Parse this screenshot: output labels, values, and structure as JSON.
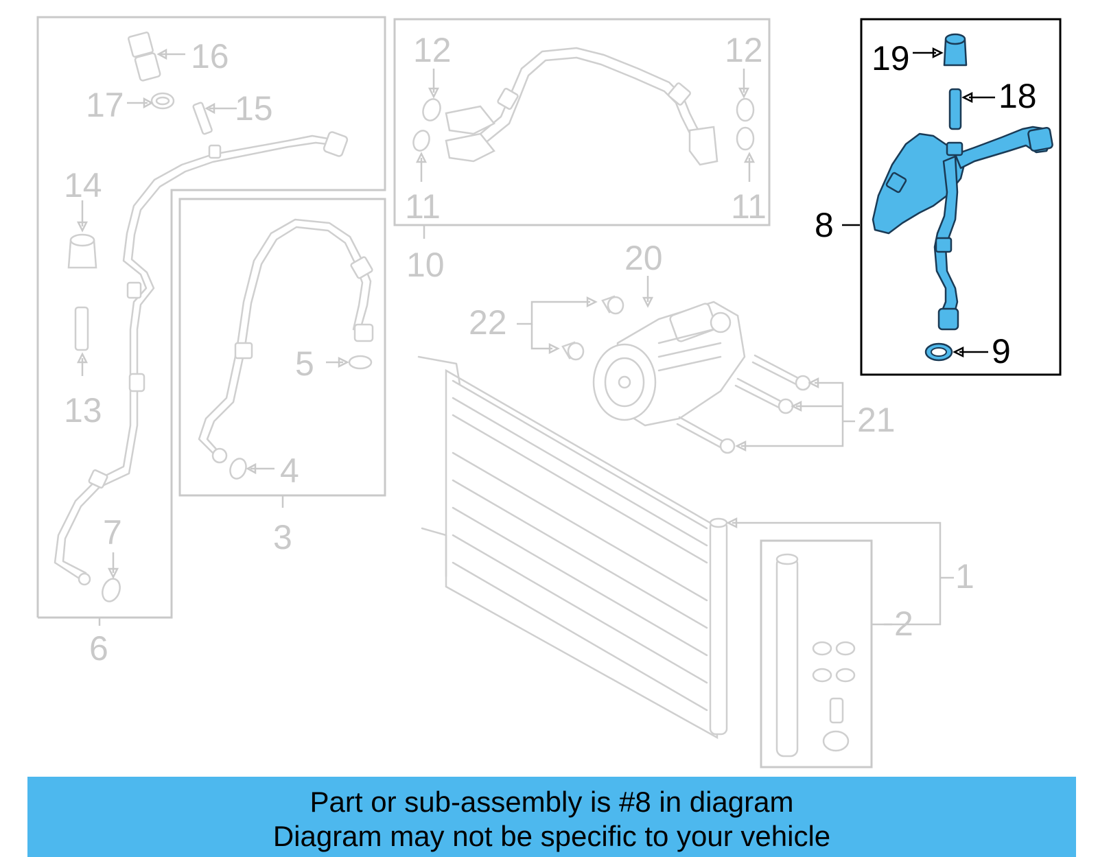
{
  "diagram": {
    "highlighted_part": "8",
    "callouts": [
      "1",
      "2",
      "3",
      "4",
      "5",
      "6",
      "7",
      "8",
      "9",
      "10",
      "11",
      "12",
      "13",
      "14",
      "15",
      "16",
      "17",
      "18",
      "19",
      "20",
      "21",
      "22"
    ],
    "colors": {
      "highlight": "#4fb8ea",
      "banner": "#4db8ee",
      "muted": "#c9c9c9"
    }
  },
  "banner": {
    "line1": "Part or sub-assembly is #8 in diagram",
    "line2": "Diagram may not be specific to your vehicle"
  }
}
